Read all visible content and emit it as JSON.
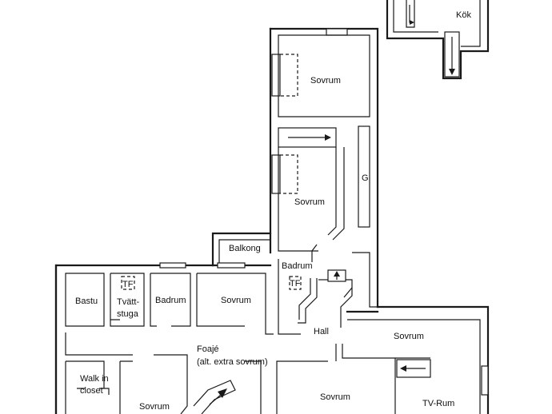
{
  "labels": {
    "kok": "Kök",
    "sovrum_top": "Sovrum",
    "g": "G",
    "sovrum_mid": "Sovrum",
    "balkong": "Balkong",
    "badrum_right": "Badrum",
    "tf_right": "TF",
    "bastu": "Bastu",
    "tf_left": "TF",
    "tvatt_1": "Tvätt-",
    "tvatt_2": "stuga",
    "badrum_left": "Badrum",
    "sovrum_left": "Sovrum",
    "hall": "Hall",
    "sovrum_east": "Sovrum",
    "foaje_1": "Foajé",
    "foaje_2": "(alt. extra sovrum)",
    "walkin_1": "Walk in",
    "walkin_2": "closet",
    "sovrum_bottom_left": "Sovrum",
    "sovrum_bottom_mid": "Sovrum",
    "tvrum": "TV-Rum"
  }
}
